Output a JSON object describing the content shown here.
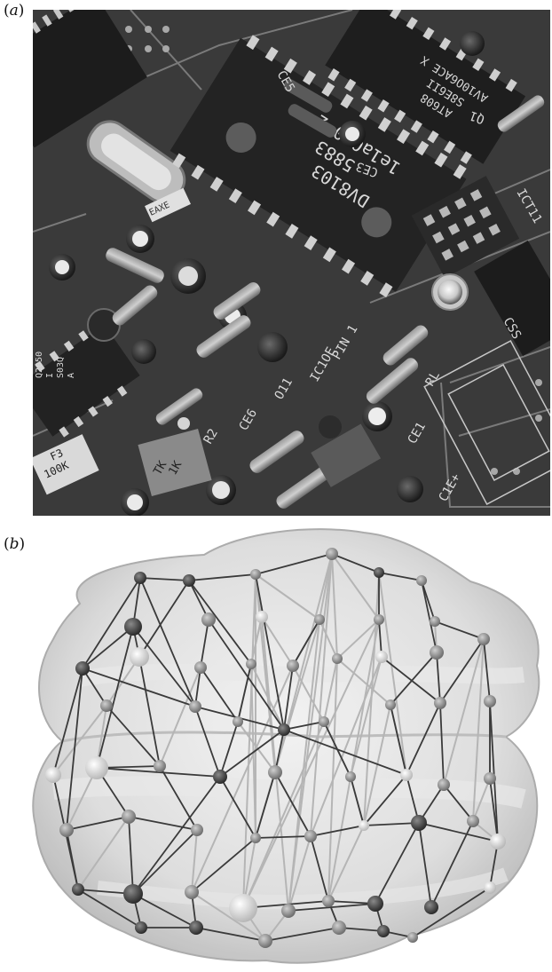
{
  "panels": {
    "a": {
      "label_open": "(",
      "label_letter": "a",
      "label_close": ")"
    },
    "b": {
      "label_open": "(",
      "label_letter": "b",
      "label_close": ")"
    }
  },
  "pcb": {
    "chip_main_lines": [
      "DV8103",
      "5883",
      "1e1a010 2"
    ],
    "chip_top_lines": [
      "AT608",
      "S8E6II",
      "AV10O6ACE X"
    ],
    "silk_labels": [
      "CE5",
      "CE3",
      "PIN 1",
      "IC1OE",
      "O11",
      "CE6",
      "RL",
      "R2",
      "C1E+",
      "CE1",
      "TK",
      "1K",
      "F3",
      "100K",
      "ICT11",
      "CSS",
      "Q1"
    ],
    "resistor_label": "EAXE",
    "small_chip_lines": [
      "Q2050",
      "I",
      "S03Q",
      "A"
    ],
    "colors": {
      "board": "#3c3c3c",
      "chip": "#1e1e1e",
      "silk": "#d8d8d8",
      "pad": "#9a9a9a"
    }
  },
  "brain_network": {
    "colors": {
      "shell": "#d9d9d9",
      "edge_dark": "#2e2e2e",
      "edge_light": "#b8b8b8",
      "node_dark": "#555555",
      "node_light": "#e6e6e6"
    }
  }
}
